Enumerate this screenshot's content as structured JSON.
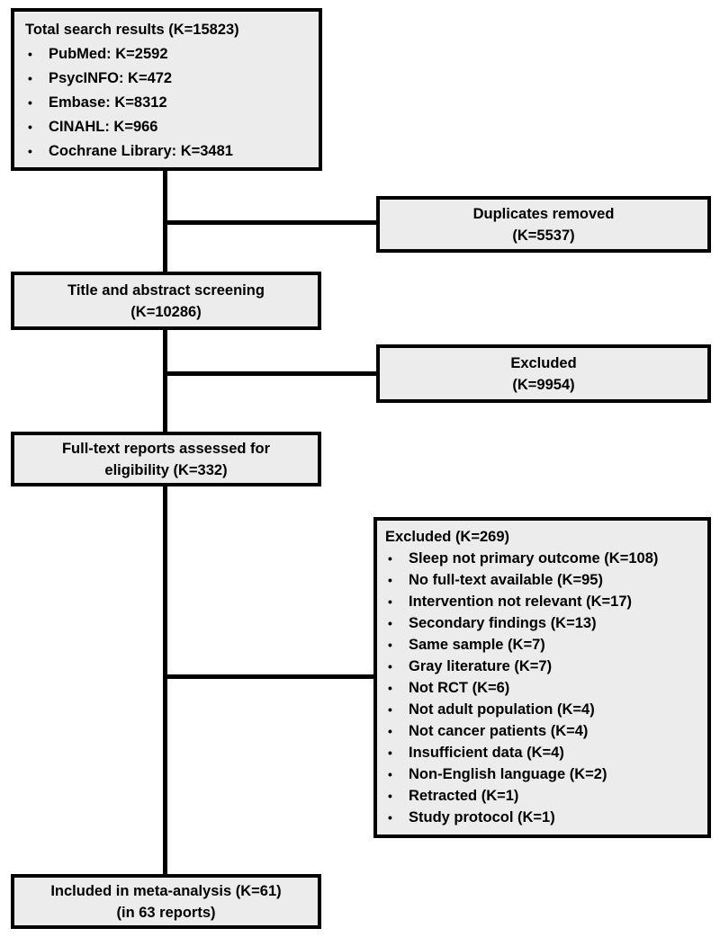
{
  "colors": {
    "page_bg": "#ffffff",
    "box_fill": "#ececec",
    "box_border": "#000000",
    "line": "#000000",
    "text": "#000000"
  },
  "flowchart": {
    "bullet": "•",
    "total_box": {
      "title": "Total search results (K=15823)",
      "items": [
        "PubMed: K=2592",
        "PsycINFO: K=472",
        "Embase: K=8312",
        "CINAHL: K=966",
        "Cochrane Library: K=3481"
      ]
    },
    "duplicates_box": {
      "lines": [
        "Duplicates removed",
        "(K=5537)"
      ]
    },
    "screening_box": {
      "lines": [
        "Title and abstract screening",
        "(K=10286)"
      ]
    },
    "excluded_screening_box": {
      "lines": [
        "Excluded",
        "(K=9954)"
      ]
    },
    "fulltext_box": {
      "lines": [
        "Full-text reports assessed for",
        "eligibility (K=332)"
      ]
    },
    "excluded_fulltext_box": {
      "title": "Excluded (K=269)",
      "items": [
        "Sleep not primary outcome (K=108)",
        "No full-text available (K=95)",
        "Intervention not relevant (K=17)",
        "Secondary findings (K=13)",
        "Same sample (K=7)",
        "Gray literature (K=7)",
        "Not RCT (K=6)",
        "Not adult population (K=4)",
        "Not cancer patients (K=4)",
        "Insufficient data (K=4)",
        "Non-English language (K=2)",
        "Retracted (K=1)",
        "Study protocol (K=1)"
      ]
    },
    "included_box": {
      "lines": [
        "Included in meta-analysis (K=61)",
        "(in 63 reports)"
      ]
    }
  }
}
